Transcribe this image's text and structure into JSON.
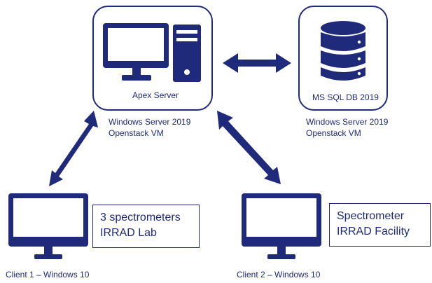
{
  "colors": {
    "primary": "#1f2a7a",
    "background": "#ffffff"
  },
  "apex_server": {
    "icon": "desktop-computer-tower-icon",
    "title": "Apex Server",
    "caption_line1": "Windows Server 2019",
    "caption_line2": "Openstack VM"
  },
  "database": {
    "icon": "database-icon",
    "title": "MS SQL DB 2019",
    "caption_line1": "Windows Server 2019",
    "caption_line2": "Openstack VM"
  },
  "client1": {
    "icon": "monitor-icon",
    "label": "Client 1 – Windows 10",
    "note_line1": "3 spectrometers",
    "note_line2": "IRRAD Lab"
  },
  "client2": {
    "icon": "monitor-icon",
    "label": "Client 2 – Windows 10",
    "note_line1": "Spectrometer",
    "note_line2": "IRRAD Facility"
  },
  "connections": [
    {
      "from": "apex_server",
      "to": "database",
      "type": "double-arrow"
    },
    {
      "from": "apex_server",
      "to": "client1",
      "type": "double-arrow"
    },
    {
      "from": "apex_server",
      "to": "client2",
      "type": "double-arrow"
    }
  ]
}
